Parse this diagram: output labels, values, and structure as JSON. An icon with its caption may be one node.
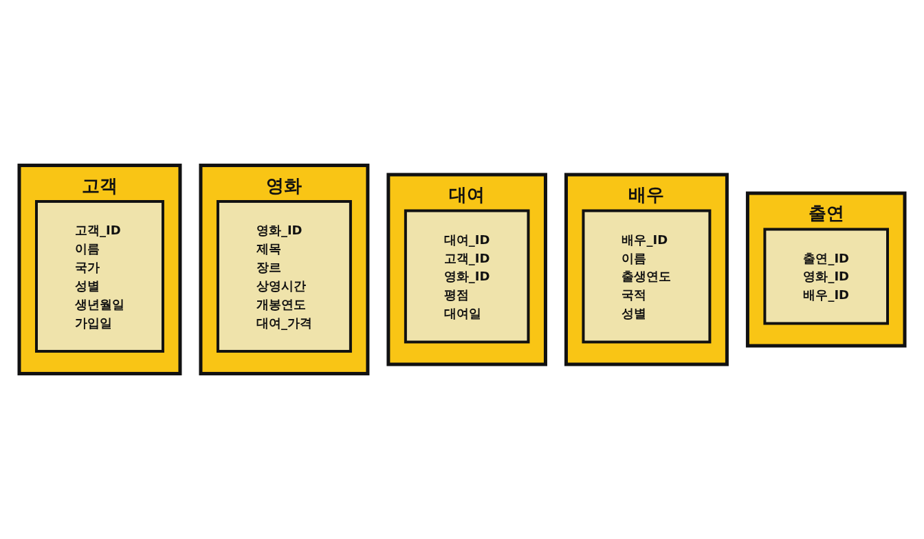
{
  "diagram": {
    "nodes": [
      {
        "text": [
          "고객"
        ]
      },
      {
        "text": [
          "고객_ID",
          "이름",
          "국가",
          "성별",
          "생년월일",
          "가입일"
        ],
        "in": 0
      },
      {
        "text": [
          "영화"
        ]
      },
      {
        "text": [
          "영화_ID",
          "제목",
          "장르",
          "상영시간",
          "개봉연도",
          "대여_가격"
        ],
        "in": 2
      },
      {
        "text": [
          "대여"
        ]
      },
      {
        "text": [
          "대여_ID",
          "고객_ID",
          "영화_ID",
          "평점",
          "대여일"
        ],
        "in": 4
      },
      {
        "text": [
          "배우"
        ]
      },
      {
        "text": [
          "배우_ID",
          "이름",
          "출생연도",
          "국적",
          "성별"
        ],
        "in": 6
      },
      {
        "text": [
          "출연"
        ]
      },
      {
        "text": [
          "출연_ID",
          "영화_ID",
          "배우_ID"
        ],
        "in": 8
      }
    ],
    "edges": []
  }
}
